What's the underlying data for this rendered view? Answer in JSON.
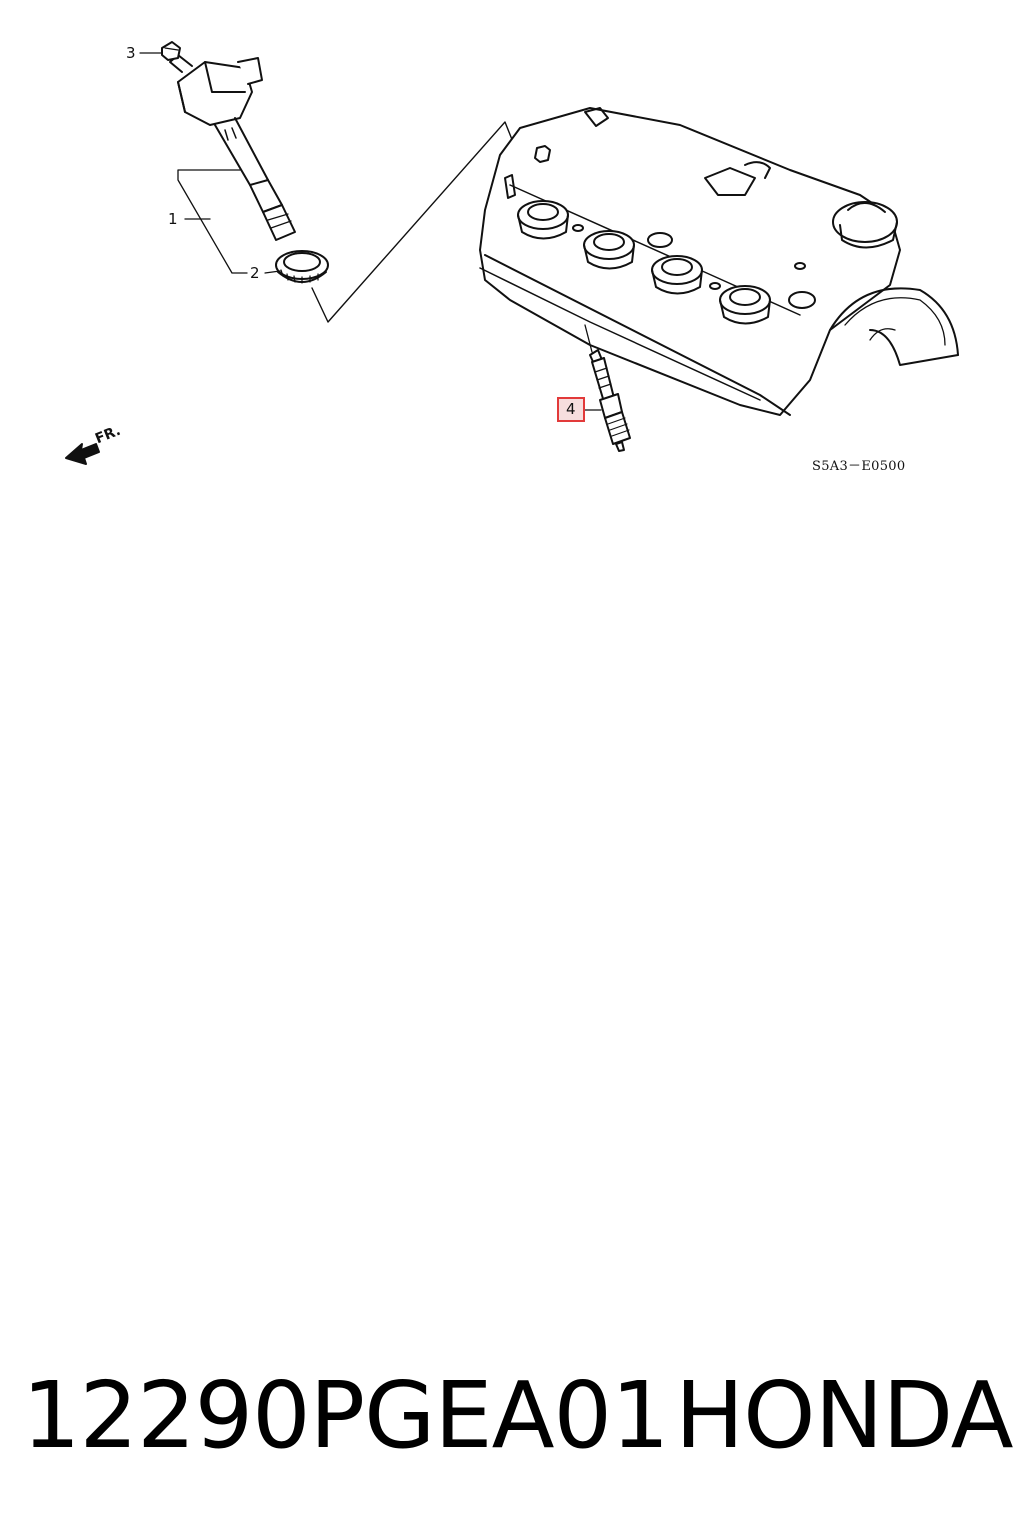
{
  "diagram": {
    "callouts": {
      "coil": "1",
      "seal": "2",
      "bolt": "3",
      "spark_plug": "4"
    },
    "reference_code": "S5A3－E0500",
    "front_indicator": "FR.",
    "highlight_color": "#e23a3a"
  },
  "footer": {
    "part_number": "12290PGEA01",
    "brand": "HONDA"
  }
}
